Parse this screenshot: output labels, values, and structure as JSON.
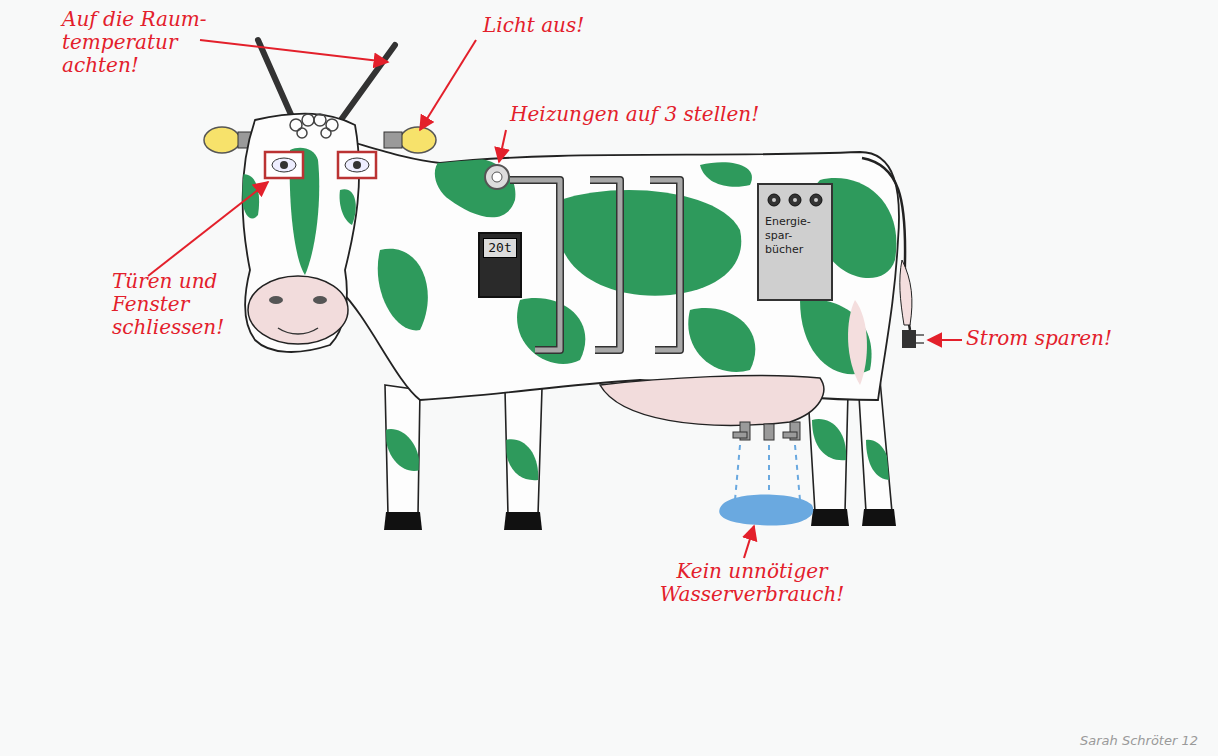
{
  "diagram": {
    "nodes": [
      {
        "text": [
          "20t"
        ]
      },
      {
        "text": [
          "Energie- spar- bücher"
        ]
      }
    ],
    "labels": [
      "Auf die Raum- temperatur achten!",
      "Licht aus!",
      "Heizungen auf 3 stellen!",
      "Türen und Fenster schliessen!",
      "Strom sparen!",
      "Kein unnötiger Wasserverbrauch!",
      "Sarah Schröter 12"
    ]
  }
}
